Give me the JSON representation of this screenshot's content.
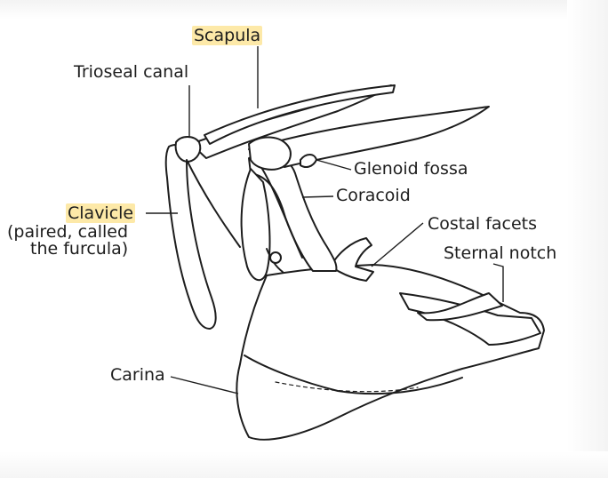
{
  "labels": {
    "scapula": "Scapula",
    "trioseal_canal": "Trioseal canal",
    "glenoid_fossa": "Glenoid fossa",
    "coracoid": "Coracoid",
    "clavicle": "Clavicle",
    "clavicle_note_line1": "(paired, called",
    "clavicle_note_line2": "the furcula)",
    "costal_facets": "Costal facets",
    "sternal_notch": "Sternal notch",
    "carina": "Carina"
  },
  "colors": {
    "highlight": "#fde9a8",
    "ink": "#1d1d1d"
  }
}
